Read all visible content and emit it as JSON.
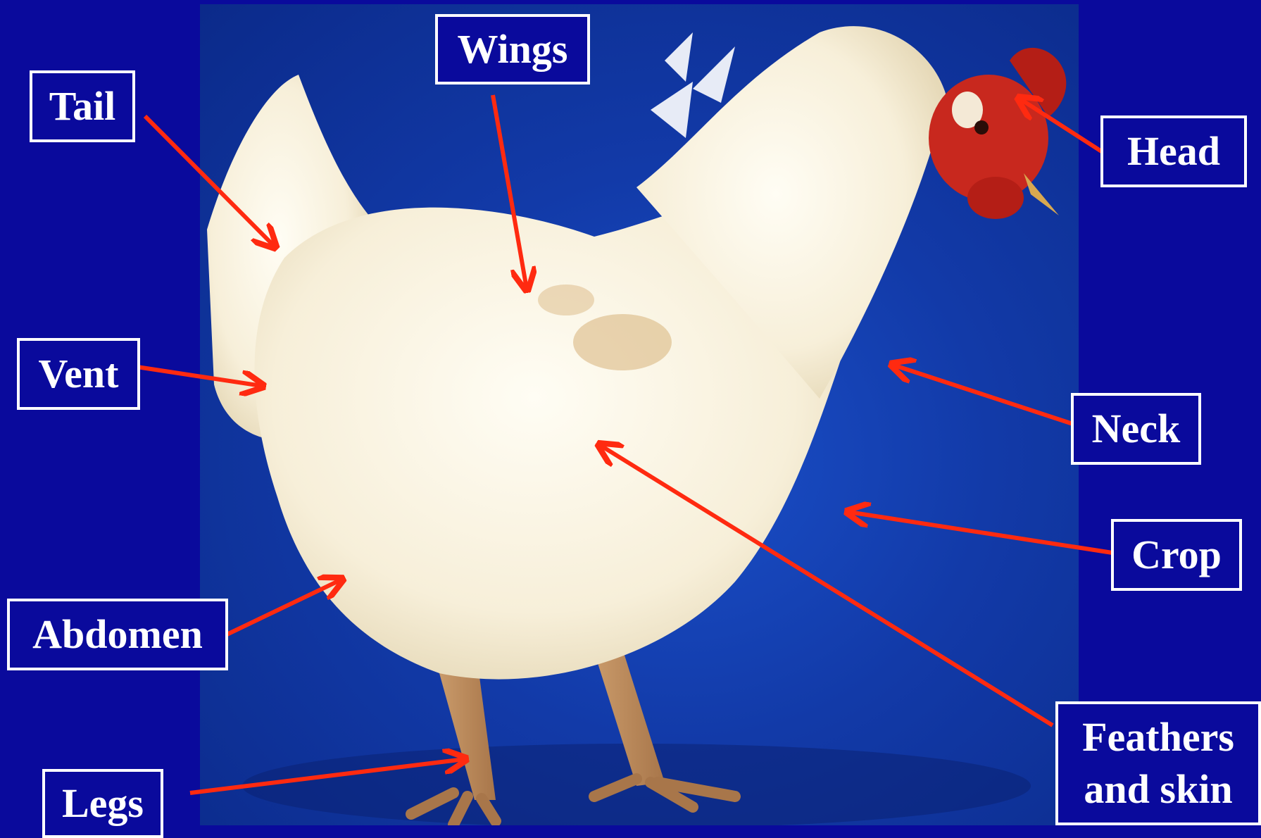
{
  "labels": {
    "tail": "Tail",
    "wings": "Wings",
    "head": "Head",
    "vent": "Vent",
    "neck": "Neck",
    "crop": "Crop",
    "abdomen": "Abdomen",
    "feathers_line1": "Feathers",
    "feathers_line2": "and skin",
    "legs": "Legs"
  },
  "colors": {
    "background": "#0a0a9c",
    "arrow": "#ff2a10",
    "label_text": "#ffffff",
    "chicken_feathers": "#fbf5e6",
    "comb": "#c8281e"
  }
}
